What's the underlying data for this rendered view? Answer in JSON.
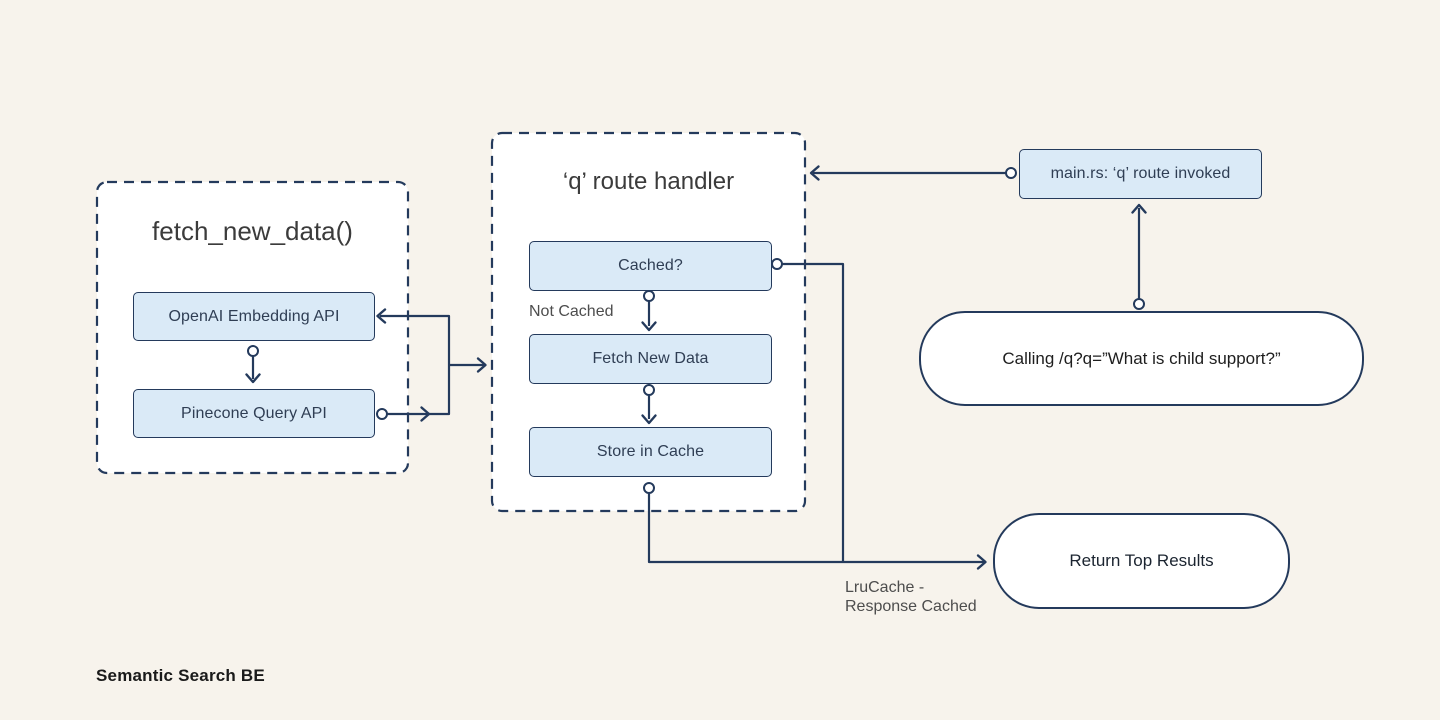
{
  "colors": {
    "background": "#f7f3ec",
    "line_navy": "#243a5c",
    "node_fill": "#daeaf7",
    "shape_fill_white": "#ffffff"
  },
  "footer": {
    "title": "Semantic Search BE"
  },
  "groups": {
    "fetch": {
      "title": "fetch_new_data()",
      "nodes": {
        "openai": {
          "label": "OpenAI Embedding API"
        },
        "pinecone": {
          "label": "Pinecone Query API"
        }
      }
    },
    "route": {
      "title": "‘q’ route handler",
      "nodes": {
        "cached": {
          "label": "Cached?"
        },
        "fetch_new": {
          "label": "Fetch New Data"
        },
        "store": {
          "label": "Store in Cache"
        }
      }
    }
  },
  "nodes": {
    "main_rs": {
      "label": "main.rs: ‘q’ route invoked"
    },
    "calling": {
      "label": "Calling /q?q=”What is child support?”"
    },
    "return_results": {
      "label": "Return Top Results"
    }
  },
  "edge_labels": {
    "not_cached": "Not Cached",
    "lru_line1": "LruCache -",
    "lru_line2": "Response Cached"
  }
}
